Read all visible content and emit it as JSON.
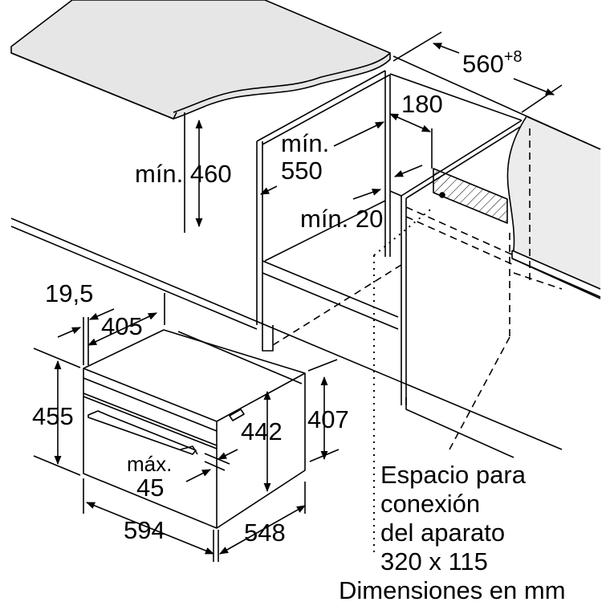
{
  "diagram": {
    "type": "installation-dimension-drawing",
    "units_note": "Dimensiones en mm",
    "colors": {
      "line": "#000000",
      "countertop": "#e6e6e6",
      "side_panel": "#ececec",
      "background": "#ffffff"
    }
  },
  "dimensions": {
    "niche_width_main": "560",
    "niche_width_tolerance": "+8",
    "socket_offset": "180",
    "min_height": "mín. 460",
    "min_depth_line1": "mín.",
    "min_depth_line2": "550",
    "min_gap": "mín. 20",
    "front_overlap": "19,5",
    "top_depth": "405",
    "total_height": "455",
    "body_height": "442",
    "side_height": "407",
    "max_label_line1": "máx.",
    "max_label_line2": "45",
    "total_width": "594",
    "total_depth": "548"
  },
  "annotation": {
    "connection_space_line1": "Espacio para",
    "connection_space_line2": "conexión",
    "connection_space_line3": "del aparato",
    "connection_space_size": "320 x 115"
  }
}
